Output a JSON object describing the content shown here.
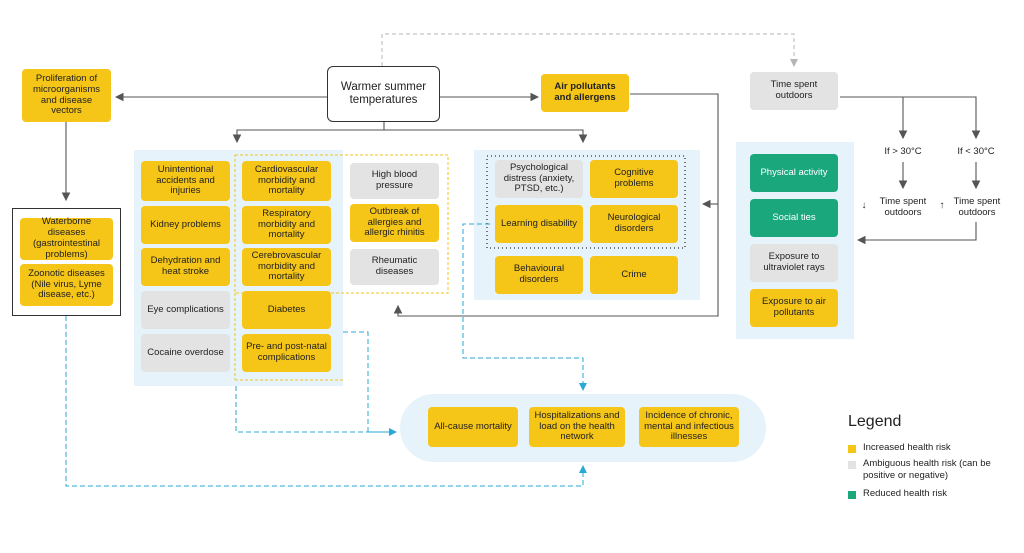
{
  "center": "Warmer summer temperatures",
  "proliferation": "Proliferation of microorganisms and disease vectors",
  "air_pollutants": "Air pollutants and allergens",
  "time_spent": "Time spent outdoors",
  "waterborne": "Waterborne diseases (gastrointestinal problems)",
  "zoonotic": "Zoonotic diseases (Nile virus, Lyme disease, etc.)",
  "col1": [
    "Unintentional accidents and injuries",
    "Kidney problems",
    "Dehydration and heat stroke",
    "Eye complications",
    "Cocaine overdose"
  ],
  "col2": [
    "Cardiovascular morbidity and mortality",
    "Respiratory morbidity and mortality",
    "Cerebrovascular morbidity and mortality",
    "Diabetes",
    "Pre- and post-natal complications"
  ],
  "col3": [
    "High blood pressure",
    "Outbreak of allergies and allergic rhinitis",
    "Rheumatic diseases"
  ],
  "mental": {
    "psych": "Psychological distress (anxiety, PTSD, etc.)",
    "cognitive": "Cognitive problems",
    "learning": "Learning disability",
    "neuro": "Neurological disorders",
    "behav": "Behavioural disorders",
    "crime": "Crime"
  },
  "outdoor": [
    "Physical activity",
    "Social ties",
    "Exposure to ultraviolet rays",
    "Exposure to air pollutants"
  ],
  "branch_hot": "If > 30°C",
  "branch_cool": "If < 30°C",
  "down_label": "Time spent outdoors",
  "up_label": "Time spent outdoors",
  "down_arrow": "↓",
  "up_arrow": "↑",
  "outcomes": [
    "All-cause mortality",
    "Hospitalizations and load on the health network",
    "Incidence of chronic, mental and infectious illnesses"
  ],
  "legend": {
    "title": "Legend",
    "increased": "Increased health risk",
    "ambiguous": "Ambiguous health risk (can be positive or negative)",
    "reduced": "Reduced health risk"
  },
  "colors": {
    "yellow": "#f5c518",
    "grey": "#e3e3e3",
    "green": "#1aa77c",
    "panel": "#e6f3fb",
    "teal_dash": "#29a9d6"
  }
}
